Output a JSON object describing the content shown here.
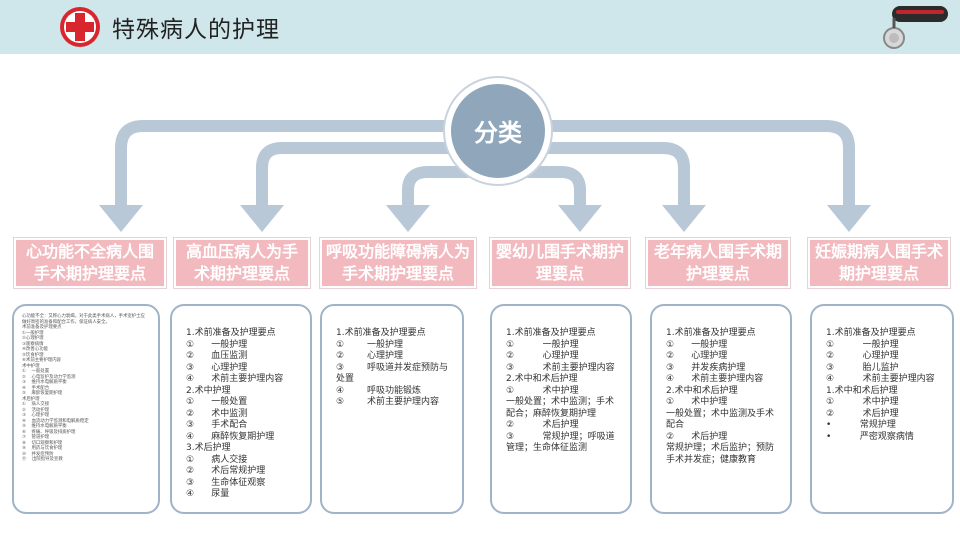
{
  "header": {
    "title": "特殊病人的护理"
  },
  "center": {
    "label": "分类"
  },
  "colors": {
    "header_bg": "#cfe6ea",
    "arrow": "#b8c8d6",
    "center_circle": "#8fa6bb",
    "category_bg": "#f2b9bf",
    "box_border": "#9fb4c7"
  },
  "categories": [
    {
      "title": "心功能不全病人围手术期护理要点",
      "items": [
        "心功能不全：又称心力衰竭，对于此类手术病人，手术室护士应做好周密的准备和配合工作，保证病人安全。",
        "术前准备及护理要点",
        "①一般护理",
        "②心理护理",
        "③观察病情",
        "④改善心功能",
        "⑤饮食护理",
        "⑥术前主要护理内容",
        "术中护理",
        "①    一般处置",
        "②    心电监护及动力学监测",
        "③    维持水电解质平衡",
        "④    手术配合",
        "⑤    麻醉恢复期护理",
        "术后护理",
        "①    病人交接",
        "②    活动护理",
        "③    心理护理",
        "④    血流动力学监测和电解质稳定",
        "⑤    维持水电解质平衡",
        "⑥    疼痛、呼吸及排痰护理",
        "⑦    管道护理",
        "⑧    切口观察和护理",
        "⑨    用药与饮食护理",
        "⑩    并发症预防",
        "⑪    出院指导及宣教"
      ]
    },
    {
      "title": "高血压病人为手术期护理要点",
      "items": [
        "1.术前准备及护理要点",
        "①      一般护理",
        "②      血压监测",
        "③      心理护理",
        "④      术前主要护理内容",
        "2.术中护理",
        "①      一般处置",
        "②      术中监测",
        "③      手术配合",
        "④      麻醉恢复期护理",
        "3.术后护理",
        "①      病人交接",
        "②      术后常规护理",
        "③      生命体征观察",
        "④      尿量"
      ]
    },
    {
      "title": "呼吸功能障碍病人为手术期护理要点",
      "items": [
        "1.术前准备及护理要点",
        "①        一般护理",
        "②        心理护理",
        "③        呼吸道并发症预防与处置",
        "④        呼吸功能锻炼",
        "⑤        术前主要护理内容"
      ]
    },
    {
      "title": "婴幼儿围手术期护理要点",
      "items": [
        "1.术前准备及护理要点",
        "①          一般护理",
        "②          心理护理",
        "③          术前主要护理内容",
        "2.术中和术后护理",
        "①          术中护理",
        "一般处置；术中监测；手术配合；麻醉恢复期护理",
        "②          术后护理",
        "③          常规护理；呼吸道管理；生命体征监测"
      ]
    },
    {
      "title": "老年病人围手术期护理要点",
      "items": [
        "1.术前准备及护理要点",
        "①      一般护理",
        "②      心理护理",
        "③      并发疾病护理",
        "④      术前主要护理内容",
        "2.术中和术后护理",
        "①      术中护理",
        "一般处置；术中监测及手术配合",
        "②      术后护理",
        "常规护理；术后监护；预防手术并发症；健康教育"
      ]
    },
    {
      "title": "妊娠期病人围手术期护理要点",
      "items": [
        "1.术前准备及护理要点",
        "①          一般护理",
        "②          心理护理",
        "③          胎儿监护",
        "④          术前主要护理内容",
        "1.术中和术后护理",
        "①          术中护理",
        "②          术后护理",
        "•          常规护理",
        "•          严密观察病情"
      ]
    }
  ]
}
